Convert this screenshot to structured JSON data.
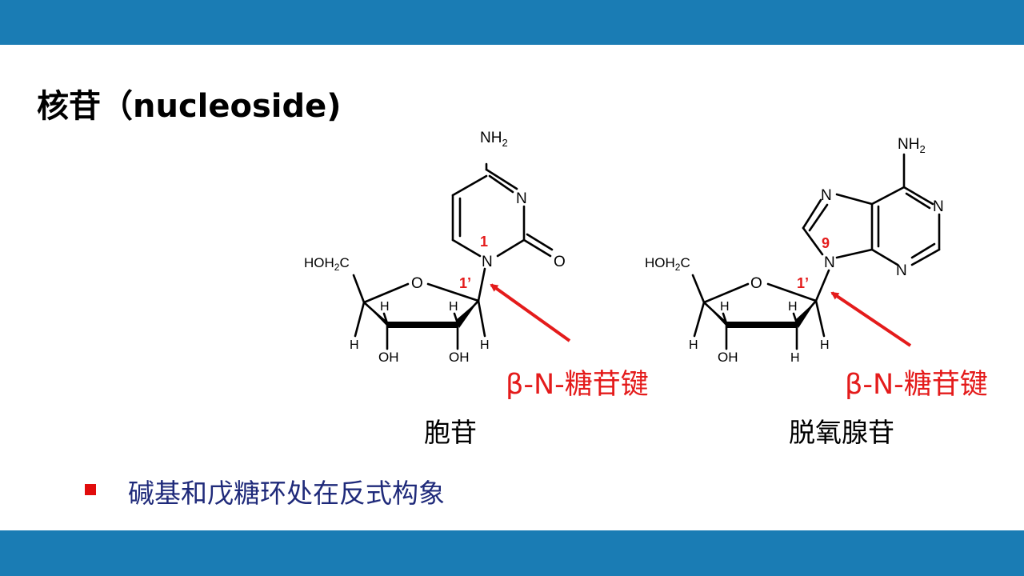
{
  "slide": {
    "title": "核苷（nucleoside)",
    "bullet": "碱基和戊糖环处在反式构象",
    "colors": {
      "bar": "#1a7cb4",
      "accent": "#e41b1b",
      "bullet_text": "#1f2a7a"
    }
  },
  "molecules": [
    {
      "name": "胞苷",
      "bond_label": "β-N-糖苷键",
      "base_position_label": "1",
      "sugar_position_label": "1’",
      "atoms": {
        "amine": "NH2",
        "n_ring": "N",
        "n_glyco": "N",
        "carbonyl": "O",
        "ring_o": "O",
        "ch2oh": "HOH2C",
        "h": "H",
        "oh": "OH"
      }
    },
    {
      "name": "脱氧腺苷",
      "bond_label": "β-N-糖苷键",
      "base_position_label": "9",
      "sugar_position_label": "1’",
      "atoms": {
        "amine": "NH2",
        "n_ring": "N",
        "n_glyco": "N",
        "ring_o": "O",
        "ch2oh": "HOH2C",
        "h": "H",
        "oh": "OH"
      }
    }
  ]
}
